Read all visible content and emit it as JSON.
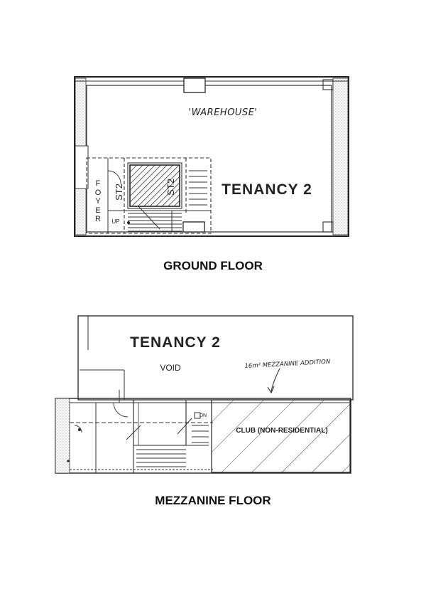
{
  "ground_floor": {
    "caption": "GROUND FLOOR",
    "warehouse_label": "'WAREHOUSE'",
    "tenancy_label": "TENANCY 2",
    "foyer_label": "FOYER",
    "stair_left_label": "ST2",
    "stair_right_label": "ST2",
    "up_label": "UP"
  },
  "mezzanine_floor": {
    "caption": "MEZZANINE FLOOR",
    "tenancy_label": "TENANCY 2",
    "void_label": "VOID",
    "mezzanine_note": "16m² MEZZANINE ADDITION",
    "club_label": "CLUB (NON-RESIDENTIAL)",
    "dn_label": "DN"
  }
}
